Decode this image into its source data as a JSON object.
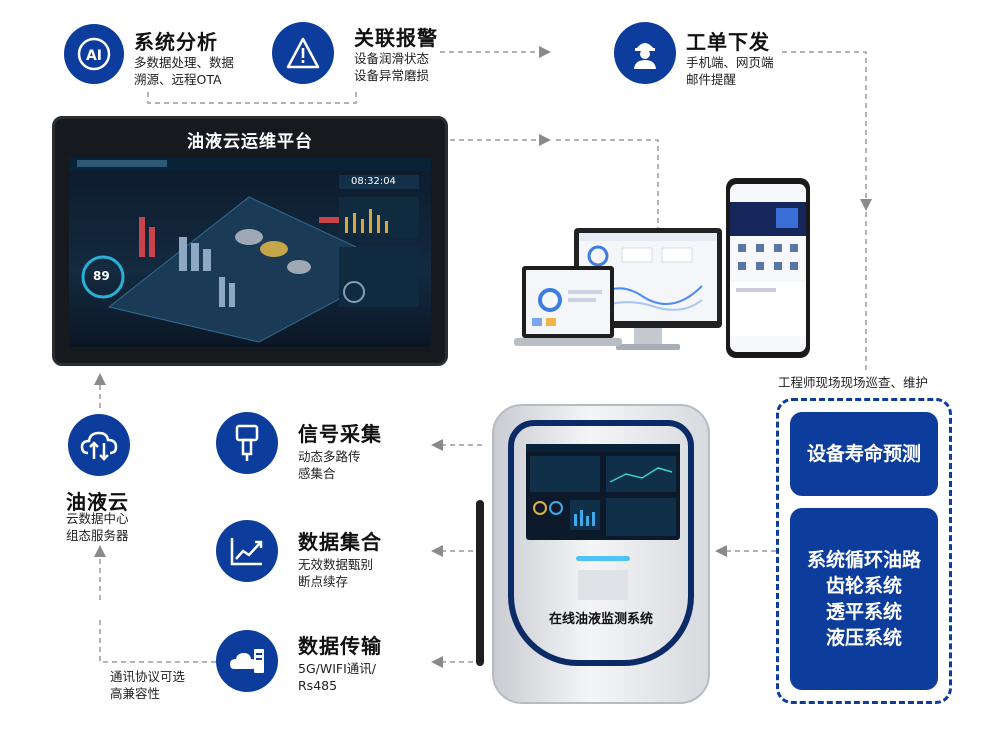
{
  "nodes": {
    "system_analysis": {
      "title": "系统分析",
      "desc1": "多数据处理、数据",
      "desc2": "溯源、远程OTA",
      "icon": "ai-head-icon"
    },
    "alarm": {
      "title": "关联报警",
      "desc1": "设备润滑状态",
      "desc2": "设备异常磨损",
      "icon": "warning-icon"
    },
    "work_order": {
      "title": "工单下发",
      "desc1": "手机端、网页端",
      "desc2": "邮件提醒",
      "icon": "engineer-icon"
    },
    "platform": {
      "title": "油液云运维平台"
    },
    "engineer_note": "工程师现场现场巡查、维护",
    "life_predict": "设备寿命预测",
    "systems": [
      "系统循环油路",
      "齿轮系统",
      "透平系统",
      "液压系统"
    ],
    "signal": {
      "title": "信号采集",
      "desc1": "动态多路传",
      "desc2": "感集合",
      "icon": "sensor-icon"
    },
    "data_collect": {
      "title": "数据集合",
      "desc1": "无效数据甄别",
      "desc2": "断点续存",
      "icon": "chart-icon"
    },
    "data_transfer": {
      "title": "数据传输",
      "desc1": "5G/WIFI通讯/",
      "desc2": "Rs485",
      "icon": "cloud-server-icon"
    },
    "cloud": {
      "title": "油液云",
      "desc1": "云数据中心",
      "desc2": "组态服务器",
      "icon": "cloud-upload-icon"
    },
    "protocol": {
      "desc1": "通讯协议可选",
      "desc2": "高兼容性"
    },
    "device_label": "在线油液监测系统",
    "monitor_time": "08:32:04",
    "monitor_value": "89"
  },
  "colors": {
    "primary": "#0d3d9c",
    "dash": "#9a9a9a"
  }
}
